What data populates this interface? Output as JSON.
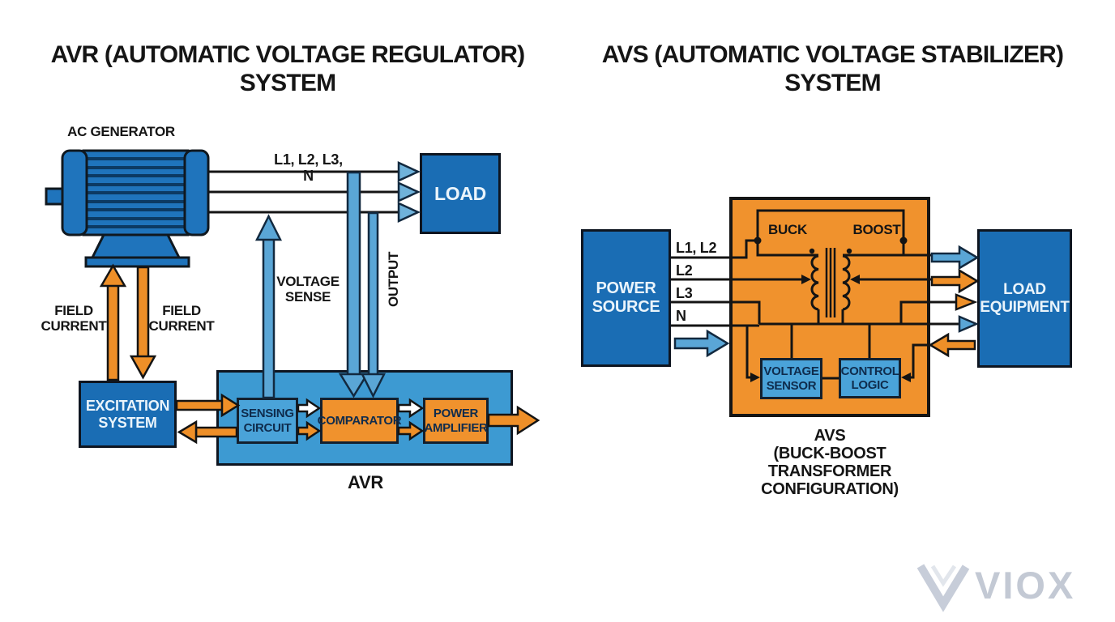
{
  "left_diagram": {
    "title": "AVR (AUTOMATIC VOLTAGE REGULATOR)",
    "title_line2": "SYSTEM",
    "generator_label": "AC GENERATOR",
    "phase_lines_label": "L1, L2, L3, N",
    "load_box": "LOAD",
    "voltage_sense_label": "VOLTAGE SENSE",
    "output_label": "OUTPUT",
    "field_current_label_left": "FIELD CURRENT",
    "field_current_label_right": "FIELD CURRENT",
    "excitation_box": "EXCITATION SYSTEM",
    "sensing_box": "SENSING CIRCUIT",
    "comparator_box": "COMPARATOR",
    "amplifier_box": "POWER AMPLIFIER",
    "avr_caption": "AVR"
  },
  "right_diagram": {
    "title": "AVS (AUTOMATIC VOLTAGE STABILIZER)",
    "title_line2": "SYSTEM",
    "power_source_box": "POWER SOURCE",
    "line_labels": [
      "L1, L2",
      "L2",
      "L3",
      "N"
    ],
    "buck_label": "BUCK",
    "boost_label": "BOOST",
    "voltage_sensor_box": "VOLTAGE SENSOR",
    "control_logic_box": "CONTROL LOGIC",
    "load_equipment_box": "LOAD EQUIPMENT",
    "caption_line1": "AVS",
    "caption_line2": "(BUCK-BOOST TRANSFORMER",
    "caption_line3": "CONFIGURATION)"
  },
  "branding": {
    "logo_text": "VIOX"
  },
  "colors": {
    "deep_blue": "#1a6db4",
    "panel_blue": "#3d9ad2",
    "inner_blue": "#4aa3d9",
    "orange": "#f0922d",
    "arrow_blue": "#5aa6d6",
    "arrow_orange": "#ee8f28",
    "outline": "#141414",
    "logo_gray": "#c3c9d4"
  }
}
